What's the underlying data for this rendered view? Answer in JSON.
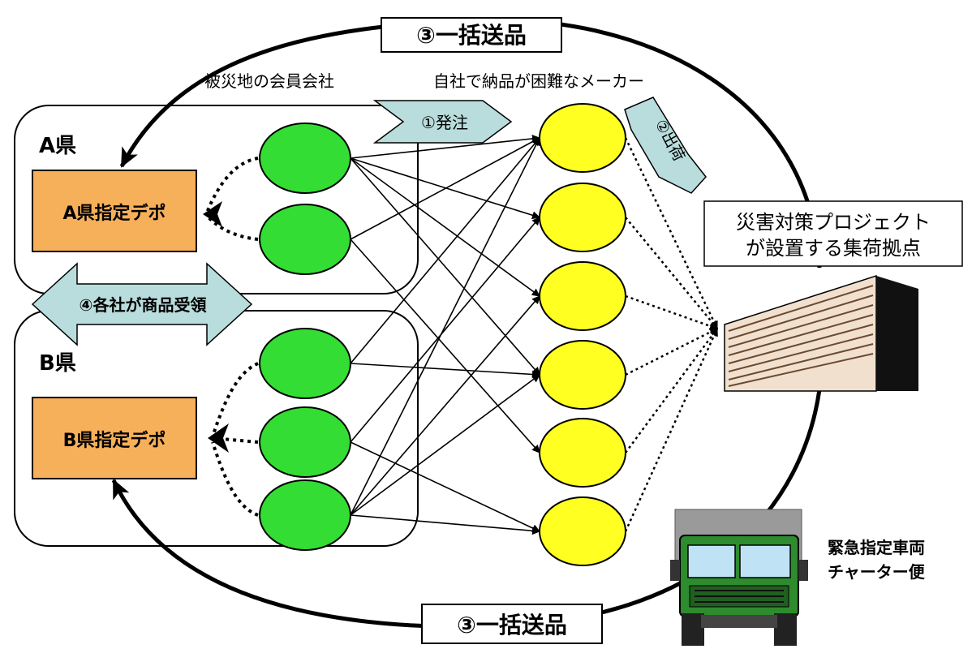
{
  "labels": {
    "bulk_top": "③一括送品",
    "bulk_bottom": "③一括送品",
    "member_companies": "被災地の会員会社",
    "makers": "自社で納品が困難なメーカー",
    "order": "①発注",
    "ship": "②出荷",
    "receive": "④各社が商品受領",
    "pref_a": "A県",
    "pref_b": "B県",
    "depot_a": "A県指定デポ",
    "depot_b": "B県指定デポ",
    "hub_line1": "災害対策プロジェクト",
    "hub_line2": "が設置する集荷拠点",
    "truck_line1": "緊急指定車両",
    "truck_line2": "チャーター便"
  },
  "colors": {
    "member_node": "#33dd33",
    "maker_node": "#ffff22",
    "depot": "#f7b05a",
    "callout": "#b9dcdc",
    "truck": "#2e8b2e"
  },
  "icons": [
    "building-icon",
    "truck-icon"
  ]
}
